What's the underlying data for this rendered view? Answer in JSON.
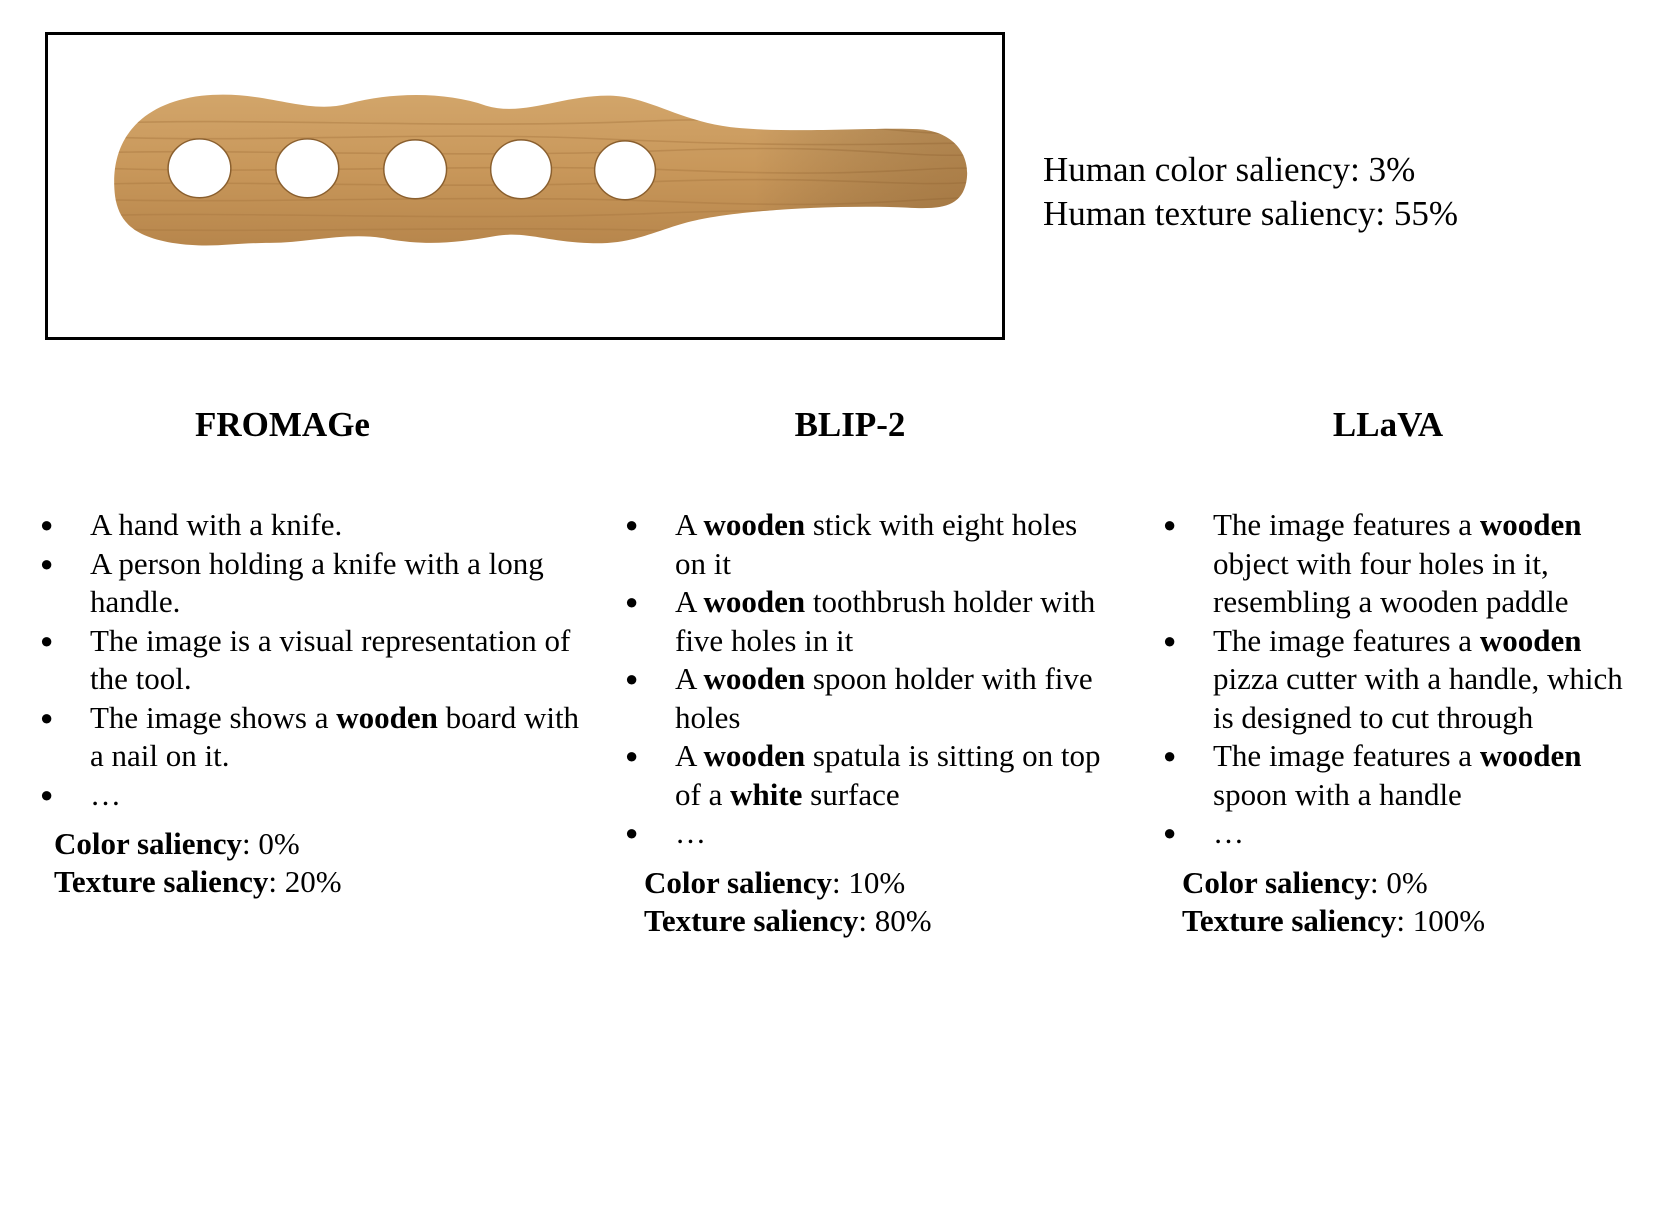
{
  "human": {
    "color_saliency": "Human color saliency: 3%",
    "texture_saliency": "Human texture saliency: 55%"
  },
  "image": {
    "subject": "wooden paddle with five round holes",
    "colors": {
      "wood": "#c99a5e",
      "wood_dark": "#a8763f",
      "grain": "#b3844c"
    }
  },
  "columns": [
    {
      "title": "FROMAGe",
      "items": [
        [
          {
            "t": "A hand with a knife."
          }
        ],
        [
          {
            "t": "A person holding a knife with a long handle."
          }
        ],
        [
          {
            "t": "The image is a visual representation of the tool."
          }
        ],
        [
          {
            "t": "The image shows a "
          },
          {
            "t": "wooden",
            "b": true
          },
          {
            "t": " board with a nail on it."
          }
        ],
        [
          {
            "t": "…"
          }
        ]
      ],
      "color_label": "Color saliency",
      "color_value": ": 0%",
      "texture_label": "Texture saliency",
      "texture_value": ": 20%"
    },
    {
      "title": "BLIP-2",
      "items": [
        [
          {
            "t": "A "
          },
          {
            "t": "wooden",
            "b": true
          },
          {
            "t": " stick with eight holes on it"
          }
        ],
        [
          {
            "t": "A "
          },
          {
            "t": "wooden",
            "b": true
          },
          {
            "t": " toothbrush holder with five holes in it"
          }
        ],
        [
          {
            "t": "A "
          },
          {
            "t": "wooden",
            "b": true
          },
          {
            "t": " spoon holder with five holes"
          }
        ],
        [
          {
            "t": "A "
          },
          {
            "t": "wooden",
            "b": true
          },
          {
            "t": " spatula is sitting on top of a "
          },
          {
            "t": "white",
            "b": true
          },
          {
            "t": " surface"
          }
        ],
        [
          {
            "t": "…"
          }
        ]
      ],
      "color_label": "Color saliency",
      "color_value": ": 10%",
      "texture_label": "Texture saliency",
      "texture_value": ": 80%"
    },
    {
      "title": "LLaVA",
      "items": [
        [
          {
            "t": "The image features a "
          },
          {
            "t": "wooden",
            "b": true
          },
          {
            "t": " object with four holes in it, resembling a wooden paddle"
          }
        ],
        [
          {
            "t": "The image features a "
          },
          {
            "t": "wooden",
            "b": true
          },
          {
            "t": " pizza cutter with a handle, which is designed to cut through"
          }
        ],
        [
          {
            "t": "The image features a "
          },
          {
            "t": "wooden",
            "b": true
          },
          {
            "t": " spoon with a handle"
          }
        ],
        [
          {
            "t": "…"
          }
        ]
      ],
      "color_label": "Color saliency",
      "color_value": ": 0%",
      "texture_label": "Texture saliency",
      "texture_value": ": 100%"
    }
  ]
}
